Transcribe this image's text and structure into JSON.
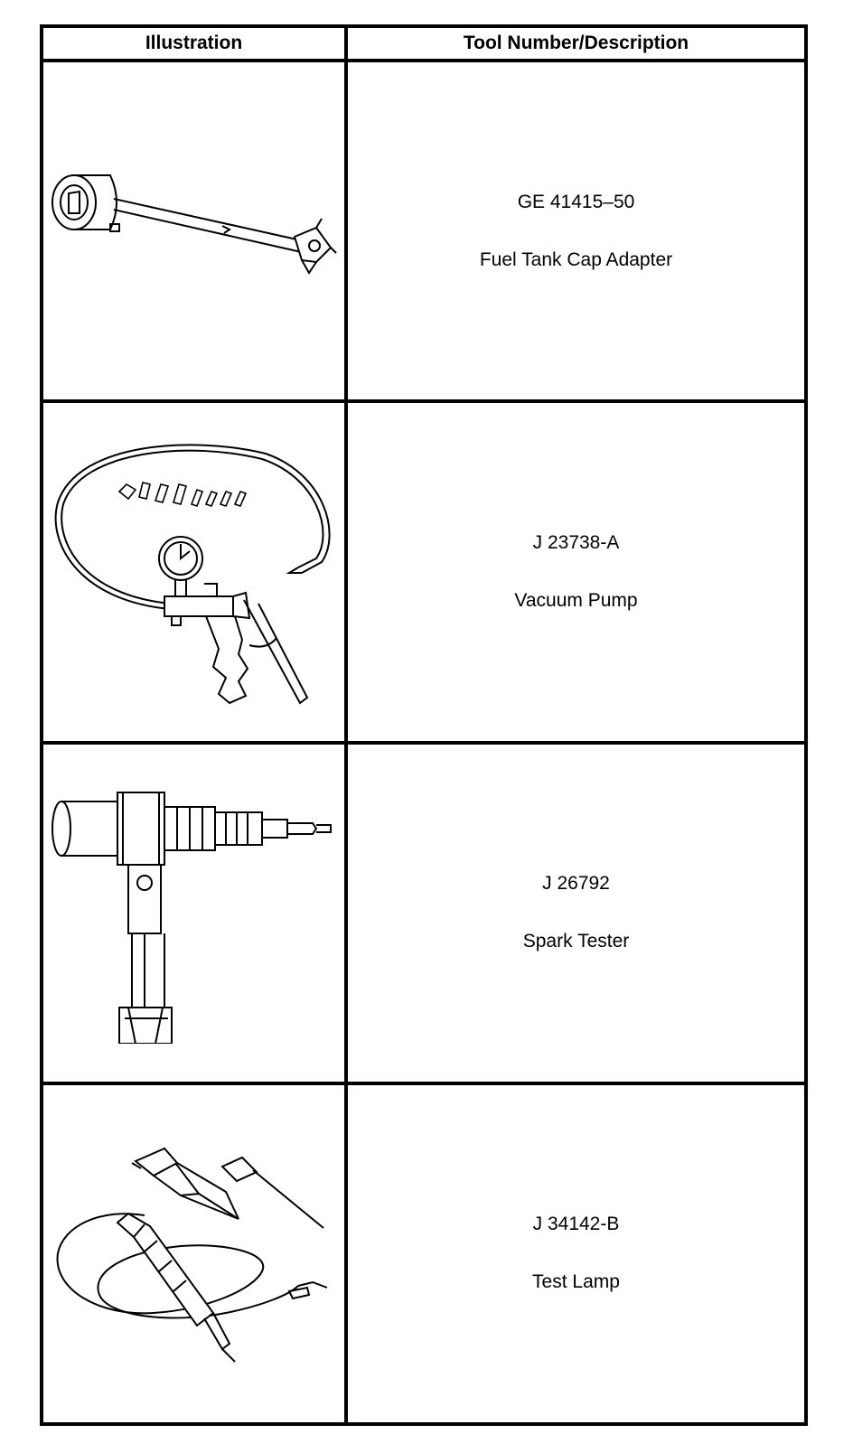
{
  "table": {
    "headers": {
      "illustration": "Illustration",
      "description": "Tool Number/Description"
    },
    "rows": [
      {
        "tool_number": "GE 41415–50",
        "description": "Fuel Tank Cap Adapter",
        "icon": "fuel-tank-cap-adapter-illustration"
      },
      {
        "tool_number": "J 23738-A",
        "description": "Vacuum Pump",
        "icon": "vacuum-pump-illustration"
      },
      {
        "tool_number": "J 26792",
        "description": "Spark Tester",
        "icon": "spark-tester-illustration"
      },
      {
        "tool_number": "J 34142-B",
        "description": "Test Lamp",
        "icon": "test-lamp-illustration"
      }
    ]
  }
}
